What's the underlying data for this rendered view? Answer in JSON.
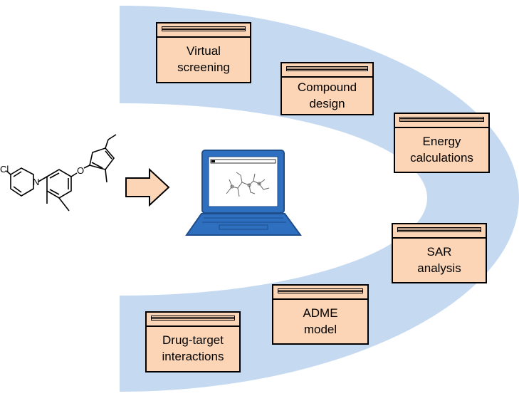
{
  "boxes": [
    {
      "id": "virtual-screening",
      "label": "Virtual\nscreening"
    },
    {
      "id": "compound-design",
      "label": "Compound\ndesign"
    },
    {
      "id": "energy-calculations",
      "label": "Energy\ncalculations"
    },
    {
      "id": "sar-analysis",
      "label": "SAR\nanalysis"
    },
    {
      "id": "adme-model",
      "label": "ADME\nmodel"
    },
    {
      "id": "drug-target-interactions",
      "label": "Drug-target\ninteractions"
    }
  ],
  "molecule": {
    "atom_cl": "Cl",
    "atom_n": "N",
    "atom_o": "O"
  },
  "icons": [
    "arrow-right-icon",
    "laptop-icon",
    "molecule-structure-icon"
  ],
  "colors": {
    "band": "#c5d9f1",
    "box_fill": "#fbd5b5",
    "arrow_fill": "#fbd5b5",
    "laptop": "#2e6fbf",
    "laptop_dark": "#1f4e8c"
  }
}
